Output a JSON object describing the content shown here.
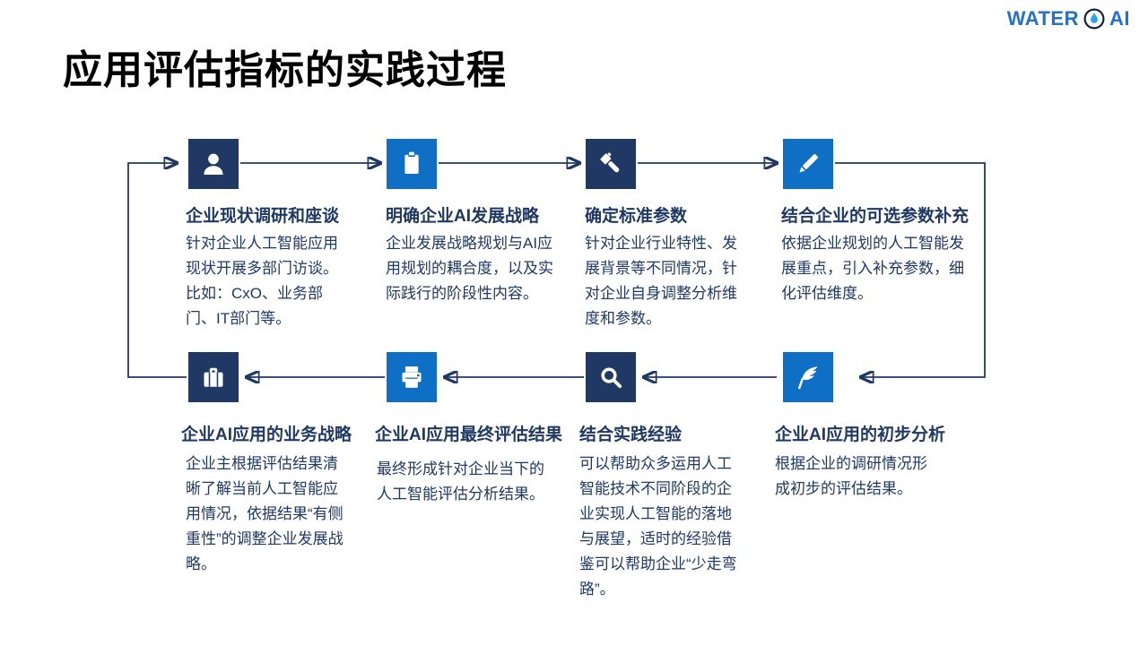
{
  "logo": {
    "brand_water": "WATER",
    "brand_ai": "AI"
  },
  "page_title": "应用评估指标的实践过程",
  "colors": {
    "tile_navy": "#1F3864",
    "tile_blue": "#0F6FC5",
    "arrow": "#1F3864",
    "text": "#1F3864",
    "logo_blue": "#2472C8",
    "logo_drop": "#2BA7E0"
  },
  "steps": [
    {
      "icon": "user-icon",
      "tile": "navy",
      "title": "企业现状调研和座谈",
      "desc": "针对企业人工智能应用现状开展多部门访谈。比如：CxO、业务部门、IT部门等。"
    },
    {
      "icon": "clipboard-icon",
      "tile": "blue",
      "title": "明确企业AI发展战略",
      "desc": "企业发展战略规划与AI应用规划的耦合度，以及实际践行的阶段性内容。"
    },
    {
      "icon": "flashlight-icon",
      "tile": "navy",
      "title": "确定标准参数",
      "desc": "针对企业行业特性、发展背景等不同情况，针对企业自身调整分析维度和参数。"
    },
    {
      "icon": "pencil-icon",
      "tile": "blue",
      "title": "结合企业的可选参数补充",
      "desc": "依据企业规划的人工智能发展重点，引入补充参数，细化评估维度。"
    },
    {
      "icon": "feather-icon",
      "tile": "blue",
      "title": "企业AI应用的初步分析",
      "desc": "根据企业的调研情况形成初步的评估结果。"
    },
    {
      "icon": "search-icon",
      "tile": "navy",
      "title": "结合实践经验",
      "desc": "可以帮助众多运用人工智能技术不同阶段的企业实现人工智能的落地与展望，适时的经验借鉴可以帮助企业“少走弯路”。"
    },
    {
      "icon": "printer-icon",
      "tile": "blue",
      "title": "企业AI应用最终评估结果",
      "desc": "最终形成针对企业当下的人工智能评估分析结果。"
    },
    {
      "icon": "briefcase-icon",
      "tile": "navy",
      "title": "企业AI应用的业务战略",
      "desc": "企业主根据评估结果清晰了解当前人工智能应用情况，依据结果“有侧重性”的调整企业发展战略。"
    }
  ]
}
